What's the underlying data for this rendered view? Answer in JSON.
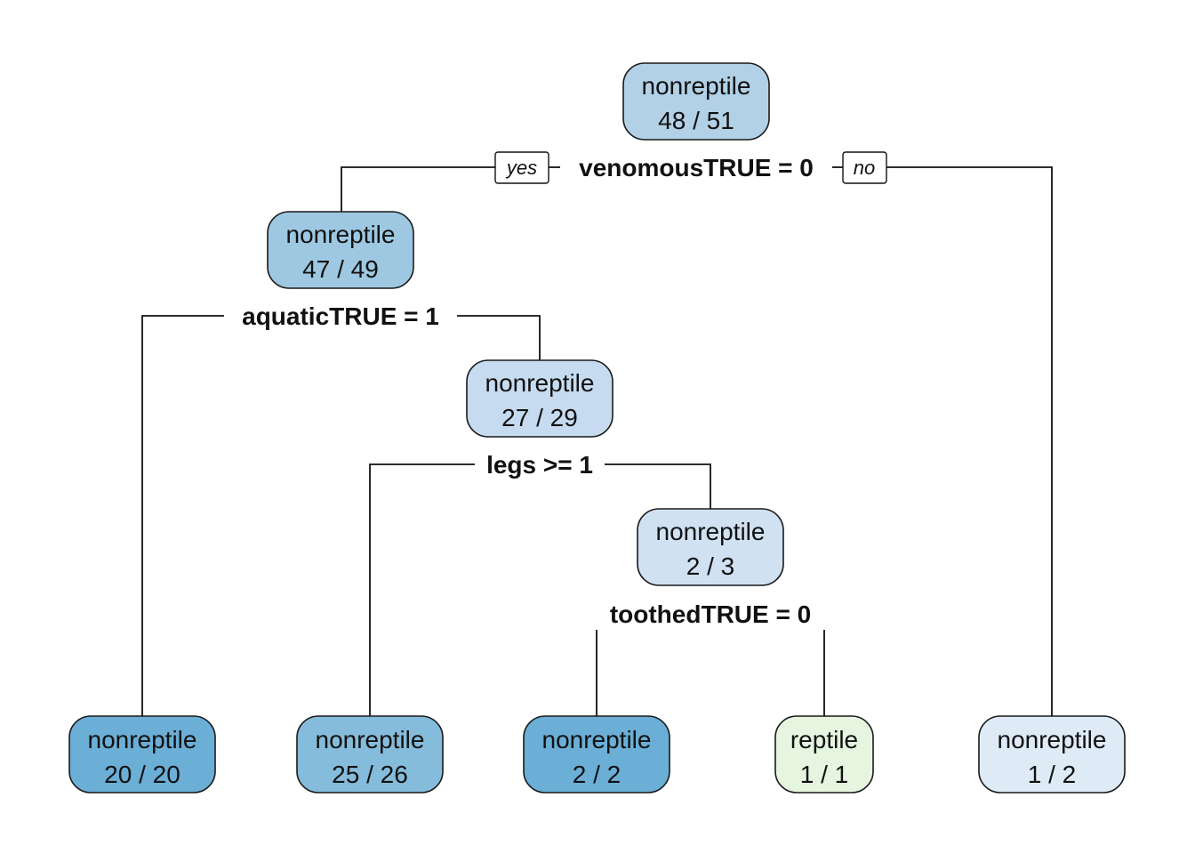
{
  "nodes": [
    {
      "id": "root",
      "label": "nonreptile",
      "counts": "48 / 51",
      "fill": "#b2d1e7"
    },
    {
      "id": "n2",
      "label": "nonreptile",
      "counts": "47 / 49",
      "fill": "#9ec8e2"
    },
    {
      "id": "n5",
      "label": "nonreptile",
      "counts": "27 / 29",
      "fill": "#c6dbef"
    },
    {
      "id": "n11",
      "label": "nonreptile",
      "counts": "2 / 3",
      "fill": "#d0e1f2"
    },
    {
      "id": "l4",
      "label": "nonreptile",
      "counts": "20 / 20",
      "fill": "#6baed6"
    },
    {
      "id": "l10",
      "label": "nonreptile",
      "counts": "25 / 26",
      "fill": "#85bcdb"
    },
    {
      "id": "l22",
      "label": "nonreptile",
      "counts": "2 / 2",
      "fill": "#6baed6"
    },
    {
      "id": "l23",
      "label": "reptile",
      "counts": "1 / 1",
      "fill": "#e5f5e0"
    },
    {
      "id": "l3",
      "label": "nonreptile",
      "counts": "1 / 2",
      "fill": "#deebf7"
    }
  ],
  "splits": {
    "s1": "venomousTRUE = 0",
    "s2": "aquaticTRUE = 1",
    "s3": "legs >= 1",
    "s4": "toothedTRUE = 0"
  },
  "branch_tags": {
    "yes": "yes",
    "no": "no"
  }
}
